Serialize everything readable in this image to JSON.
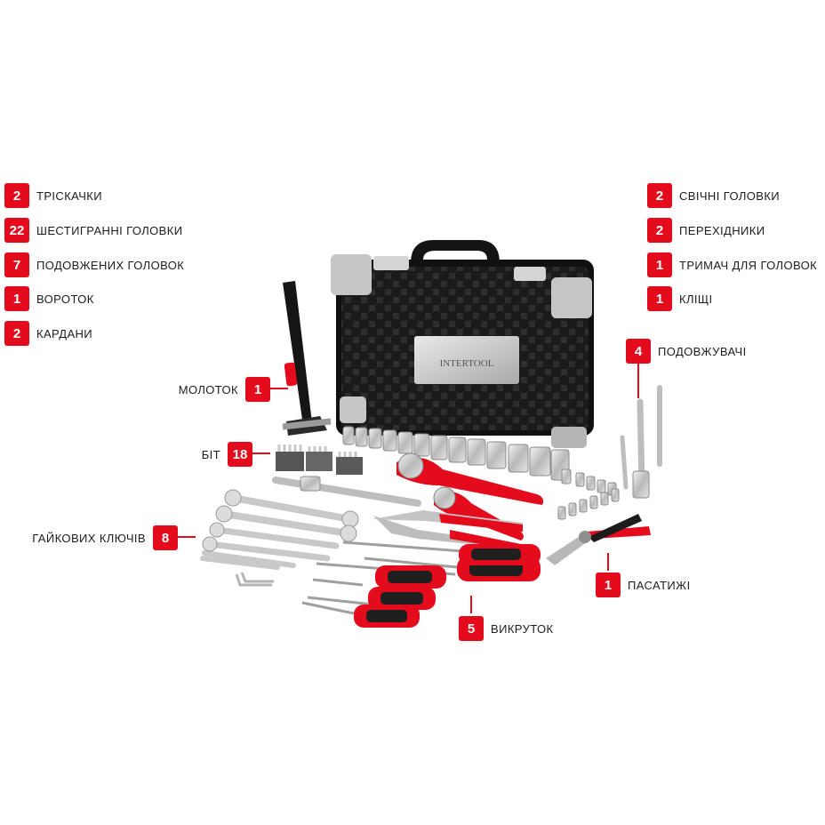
{
  "accent_color": "#e30b1c",
  "legend_left": [
    {
      "count": "2",
      "label": "ТРІСКАЧКИ"
    },
    {
      "count": "22",
      "label": "ШЕСТИГРАННІ ГОЛОВКИ"
    },
    {
      "count": "7",
      "label": "ПОДОВЖЕНИХ ГОЛОВОК"
    },
    {
      "count": "1",
      "label": "ВОРОТОК"
    },
    {
      "count": "2",
      "label": "КАРДАНИ"
    }
  ],
  "legend_right": [
    {
      "count": "2",
      "label": "СВІЧНІ ГОЛОВКИ"
    },
    {
      "count": "2",
      "label": "ПЕРЕХІДНИКИ"
    },
    {
      "count": "1",
      "label": "ТРИМАЧ ДЛЯ ГОЛОВОК"
    },
    {
      "count": "1",
      "label": "КЛІЩІ"
    }
  ],
  "callouts": {
    "hammer": {
      "count": "1",
      "label": "МОЛОТОК"
    },
    "bits": {
      "count": "18",
      "label": "БІТ"
    },
    "wrenches": {
      "count": "8",
      "label": "ГАЙКОВИХ КЛЮЧІВ"
    },
    "extensions": {
      "count": "4",
      "label": "ПОДОВЖУВАЧІ"
    },
    "pliers": {
      "count": "1",
      "label": "ПАСАТИЖІ"
    },
    "screwdrivers": {
      "count": "5",
      "label": "ВИКРУТОК"
    }
  },
  "case_brand_plate": "INTERTOOL",
  "icons": [
    "hammer-icon",
    "toolcase-icon",
    "socket-icon",
    "wrench-icon",
    "screwdriver-icon",
    "pliers-icon",
    "ratchet-icon",
    "extension-bar-icon",
    "bit-icon",
    "hex-key-icon"
  ]
}
